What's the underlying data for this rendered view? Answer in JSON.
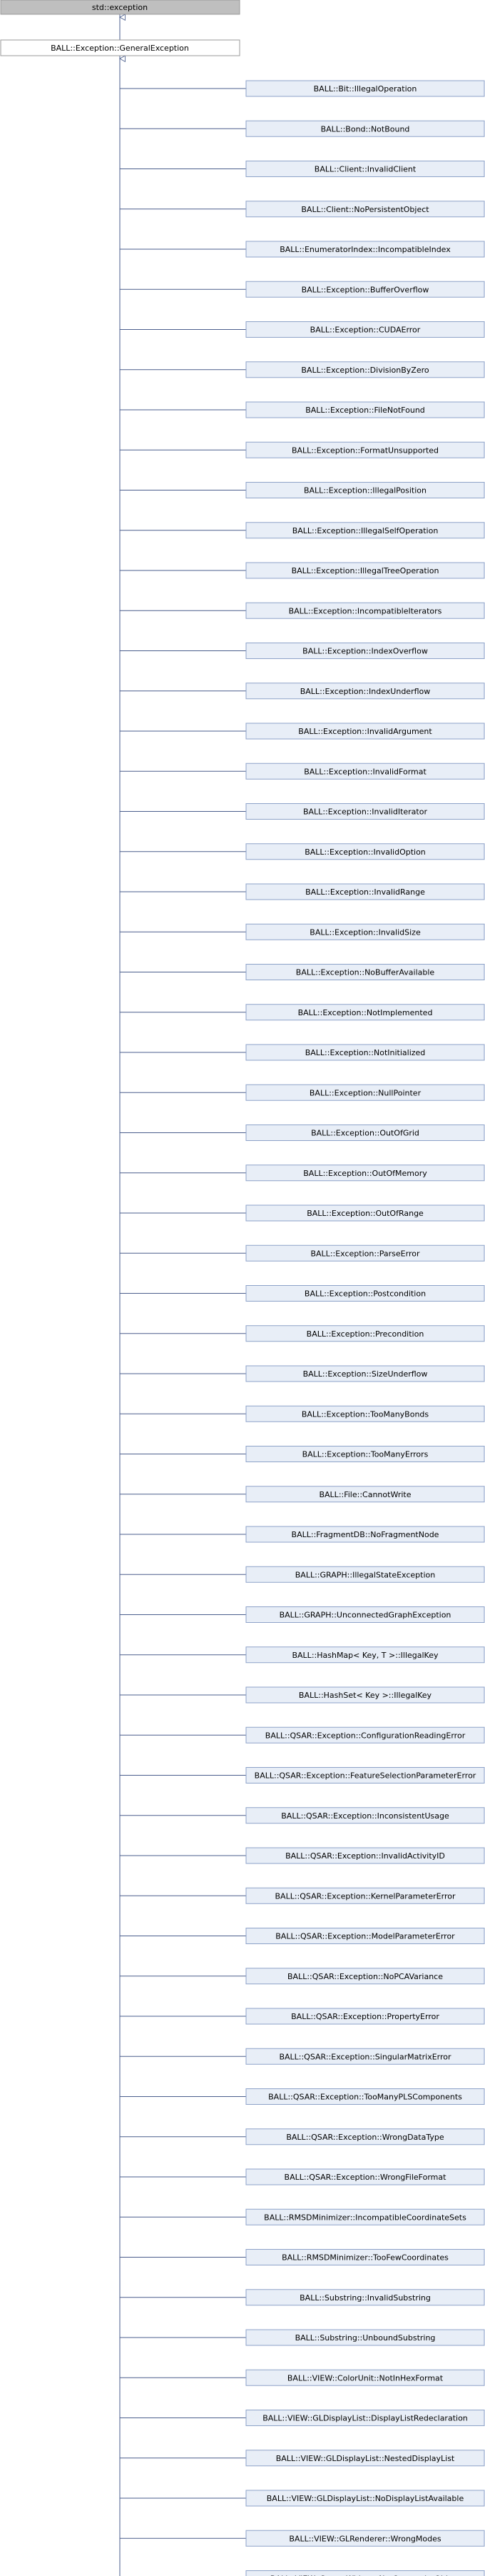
{
  "colors": {
    "root_fill": "#bfbfbf",
    "box_fill": "#e8eef7",
    "base_fill": "#ffffff",
    "box_stroke": "#8da2c8",
    "root_stroke": "#999999",
    "edge": "#4a5d8c"
  },
  "root": "std::exception",
  "base": "BALL::Exception::GeneralException",
  "classes": [
    "BALL::Bit::IllegalOperation",
    "BALL::Bond::NotBound",
    "BALL::Client::InvalidClient",
    "BALL::Client::NoPersistentObject",
    "BALL::EnumeratorIndex::IncompatibleIndex",
    "BALL::Exception::BufferOverflow",
    "BALL::Exception::CUDAError",
    "BALL::Exception::DivisionByZero",
    "BALL::Exception::FileNotFound",
    "BALL::Exception::FormatUnsupported",
    "BALL::Exception::IllegalPosition",
    "BALL::Exception::IllegalSelfOperation",
    "BALL::Exception::IllegalTreeOperation",
    "BALL::Exception::IncompatibleIterators",
    "BALL::Exception::IndexOverflow",
    "BALL::Exception::IndexUnderflow",
    "BALL::Exception::InvalidArgument",
    "BALL::Exception::InvalidFormat",
    "BALL::Exception::InvalidIterator",
    "BALL::Exception::InvalidOption",
    "BALL::Exception::InvalidRange",
    "BALL::Exception::InvalidSize",
    "BALL::Exception::NoBufferAvailable",
    "BALL::Exception::NotImplemented",
    "BALL::Exception::NotInitialized",
    "BALL::Exception::NullPointer",
    "BALL::Exception::OutOfGrid",
    "BALL::Exception::OutOfMemory",
    "BALL::Exception::OutOfRange",
    "BALL::Exception::ParseError",
    "BALL::Exception::Postcondition",
    "BALL::Exception::Precondition",
    "BALL::Exception::SizeUnderflow",
    "BALL::Exception::TooManyBonds",
    "BALL::Exception::TooManyErrors",
    "BALL::File::CannotWrite",
    "BALL::FragmentDB::NoFragmentNode",
    "BALL::GRAPH::IllegalStateException",
    "BALL::GRAPH::UnconnectedGraphException",
    "BALL::HashMap< Key, T >::IllegalKey",
    "BALL::HashSet< Key >::IllegalKey",
    "BALL::QSAR::Exception::ConfigurationReadingError",
    "BALL::QSAR::Exception::FeatureSelectionParameterError",
    "BALL::QSAR::Exception::InconsistentUsage",
    "BALL::QSAR::Exception::InvalidActivityID",
    "BALL::QSAR::Exception::KernelParameterError",
    "BALL::QSAR::Exception::ModelParameterError",
    "BALL::QSAR::Exception::NoPCAVariance",
    "BALL::QSAR::Exception::PropertyError",
    "BALL::QSAR::Exception::SingularMatrixError",
    "BALL::QSAR::Exception::TooManyPLSComponents",
    "BALL::QSAR::Exception::WrongDataType",
    "BALL::QSAR::Exception::WrongFileFormat",
    "BALL::RMSDMinimizer::IncompatibleCoordinateSets",
    "BALL::RMSDMinimizer::TooFewCoordinates",
    "BALL::Substring::InvalidSubstring",
    "BALL::Substring::UnboundSubstring",
    "BALL::VIEW::ColorUnit::NotInHexFormat",
    "BALL::VIEW::GLDisplayList::DisplayListRedeclaration",
    "BALL::VIEW::GLDisplayList::NestedDisplayList",
    "BALL::VIEW::GLDisplayList::NoDisplayListAvailable",
    "BALL::VIEW::GLRenderer::WrongModes",
    "BALL::VIEW::ServerWidget::NotCompositeObject"
  ]
}
